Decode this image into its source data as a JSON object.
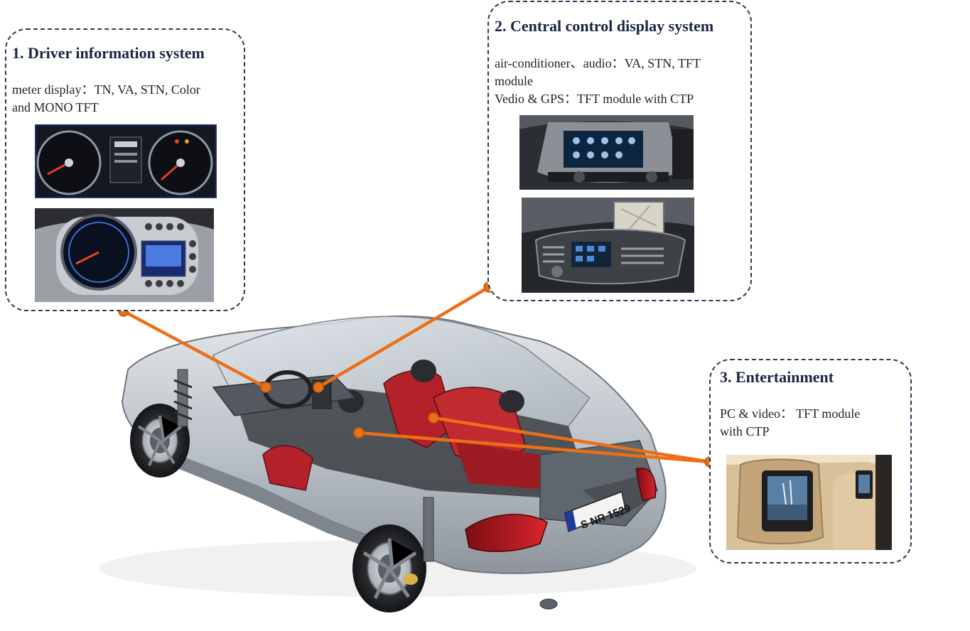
{
  "panels": {
    "driver": {
      "title": "1. Driver information system",
      "line1": "meter display：TN, VA, STN, Color",
      "line2": "and MONO TFT",
      "images": [
        "instrument-cluster-photo",
        "round-dashboard-meter-photo"
      ]
    },
    "central": {
      "title": "2. Central control display system",
      "line1": "air-conditioner、audio：VA, STN, TFT",
      "line2": "module",
      "line3": "Vedio & GPS：TFT module with CTP",
      "images": [
        "center-console-display-photo",
        "navigation-console-photo"
      ]
    },
    "entertainment": {
      "title": "3. Entertainment",
      "line1": "PC & video： TFT module",
      "line2": "with CTP",
      "images": [
        "headrest-monitor-photo"
      ]
    }
  },
  "car": {
    "plate": "S NR 1529"
  },
  "colors": {
    "connector": "#ec6f16",
    "panel_border": "#2b3a55",
    "car_body": "#c9ced4",
    "seat_red": "#b5212a"
  }
}
